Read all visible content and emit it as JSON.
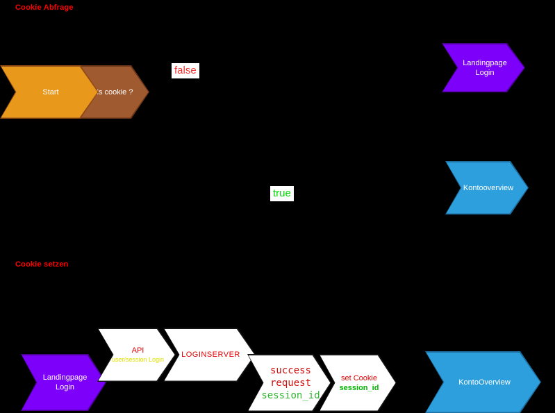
{
  "titles": {
    "section1": "Cookie Abfrage",
    "section2": "Cookie setzen"
  },
  "branch_labels": {
    "false_label": "false",
    "true_label": "true"
  },
  "flow1": {
    "start": "Start",
    "condition": "is cookie ?",
    "landingpage": "Landingpage\nLogin",
    "konto": "Kontooverview"
  },
  "flow2": {
    "landingpage": "Landingpage\nLogin",
    "api_title": "API",
    "api_sub": "user/session Login",
    "server": "LOGINSERVER",
    "success_lines": [
      "success",
      "request",
      "session_id"
    ],
    "cookie_lines": [
      "set Cookie",
      "session_id"
    ],
    "konto": "KontoOverview"
  },
  "palette": {
    "background": "#000000",
    "orange": "#e8991c",
    "brown": "#a05a30",
    "purple": "#7c00fa",
    "blue": "#2e9fdd",
    "white_node": "#ffffff",
    "title_red": "#ff0000",
    "false_red": "#f23030",
    "true_green": "#00d800",
    "code_green": "#2fb52f",
    "sub_yellow": "#e0e000"
  }
}
